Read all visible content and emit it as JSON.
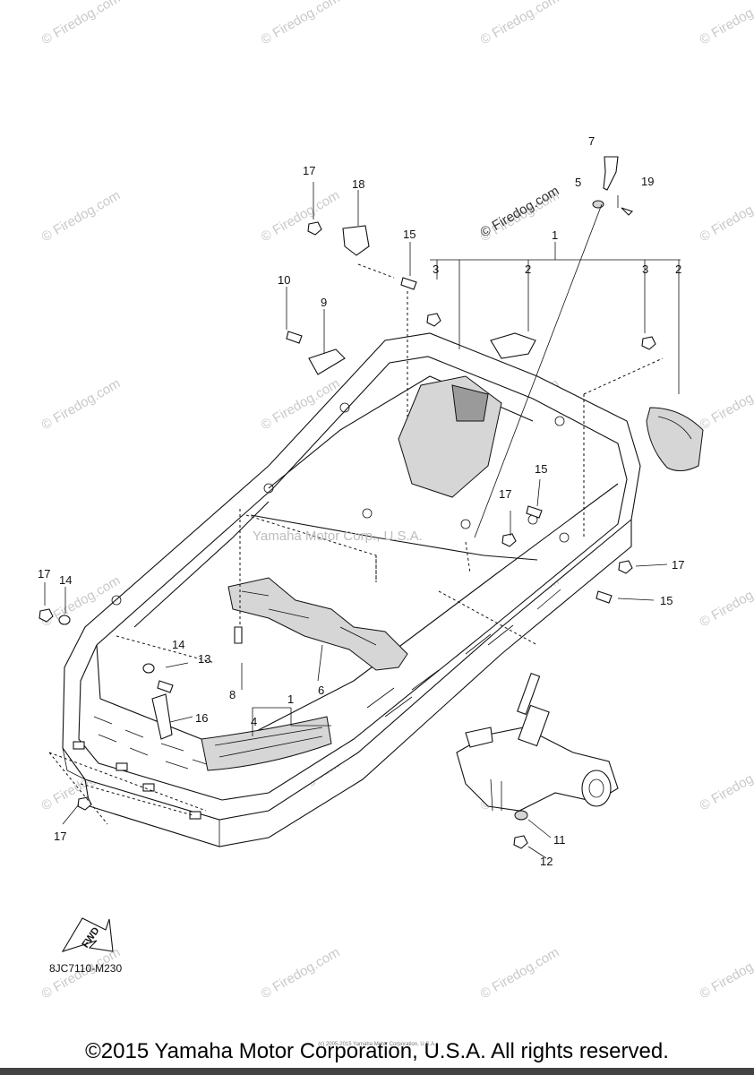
{
  "watermark": {
    "text": "© Firedog.com",
    "prominent_text": "© Firedog.com",
    "center_text": "Yamaha Motor Corp., U.S.A."
  },
  "callouts": [
    "1",
    "2",
    "3",
    "4",
    "5",
    "6",
    "7",
    "8",
    "9",
    "10",
    "11",
    "12",
    "13",
    "14",
    "15",
    "16",
    "17",
    "18",
    "19"
  ],
  "diagram_code": "8JC7110-M230",
  "fwd_label": "FWD",
  "footer": {
    "copyright": "©2015 Yamaha Motor Corporation, U.S.A. All rights reserved.",
    "fine_print": "(c) 2005-2015 Yamaha Motor Corporation, U.S.A."
  }
}
